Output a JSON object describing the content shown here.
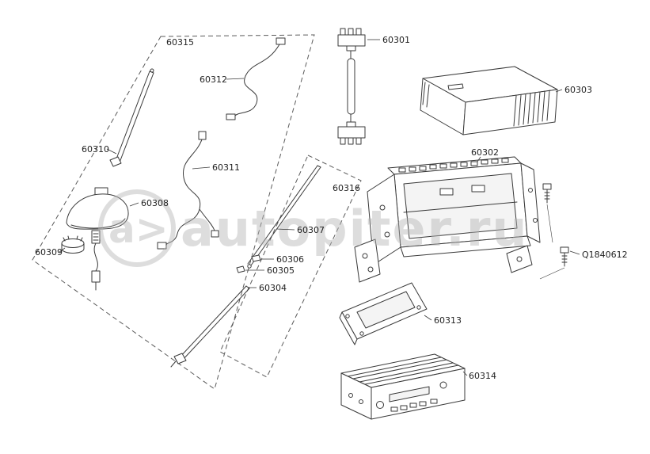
{
  "colors": {
    "background": "#ffffff",
    "line": "#3a3a3a",
    "watermark": "#b5b5b5"
  },
  "watermark": {
    "logo": "a>",
    "site": "autopiter.ru"
  },
  "groups": {
    "g60315": "60315",
    "g60316": "60316"
  },
  "parts": {
    "p60301": "60301",
    "p60302": "60302",
    "p60303": "60303",
    "p60304": "60304",
    "p60305": "60305",
    "p60306": "60306",
    "p60307": "60307",
    "p60308": "60308",
    "p60309": "60309",
    "p60310": "60310",
    "p60311": "60311",
    "p60312": "60312",
    "p60313": "60313",
    "p60314": "60314",
    "pQ1840612": "Q1840612"
  }
}
